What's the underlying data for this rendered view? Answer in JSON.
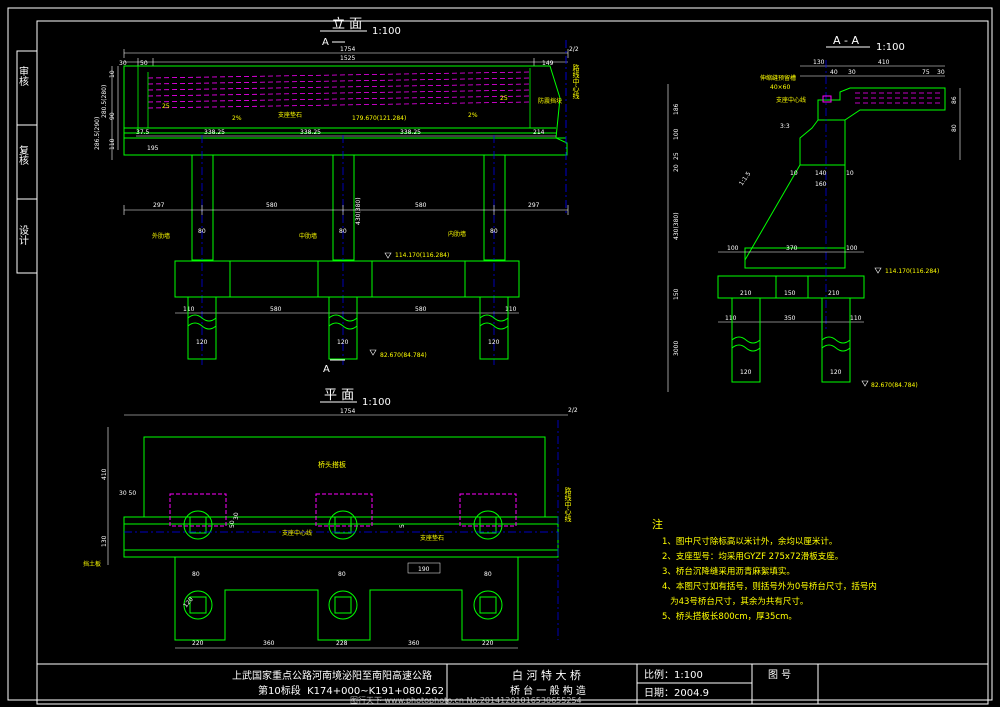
{
  "colors": {
    "background": "#000000",
    "frame": "#ffffff",
    "structure": "#00ff00",
    "dimension": "#ffffff",
    "text": "#ffff00",
    "centerline": "#0000ff",
    "pavement": "#ff00ff",
    "bearing": "#ff00ff"
  },
  "side_labels": [
    "审核",
    "复核",
    "设计"
  ],
  "elevation": {
    "title": "立 面",
    "scale": "1:100",
    "section_marker": "A",
    "top_dims": [
      "1754",
      "1525"
    ],
    "ratio": "2/2",
    "left_small_dims": [
      "30",
      "50"
    ],
    "right_small_dim": "149",
    "vertical_dims": [
      "10",
      "20",
      "30",
      "90",
      "110",
      "286.5(290)",
      "280.5(280)"
    ],
    "deck_elevation": "179.670(121.284)",
    "pier_dims": [
      "37.5",
      "195",
      "338.25",
      "338.25",
      "338.25",
      "214"
    ],
    "slope": "2%",
    "labels": {
      "bearing_stone": "支座垫石",
      "anti_slip_block": "防震挡块",
      "centerline": "路线中心线",
      "outer_wall": "外肋墙",
      "middle_wall": "中肋墙",
      "inner_wall": "内肋墙"
    },
    "span_dims": [
      "297",
      "580",
      "580",
      "297"
    ],
    "column_dims": [
      "80",
      "80",
      "80"
    ],
    "column_height": "430(380)",
    "footing_elevation": "114.170(116.284)",
    "pile_dims": [
      "110",
      "580",
      "580",
      "110"
    ],
    "pile_widths": [
      "120",
      "120",
      "120"
    ],
    "bottom_elevation": "82.670(84.784)"
  },
  "section": {
    "title": "A - A",
    "scale": "1:100",
    "top_dims": [
      "130",
      "410"
    ],
    "sub_dims": [
      "40",
      "30",
      "75",
      "30"
    ],
    "labels": {
      "expansion_joint": "伸缩缝预留槽",
      "joint_size": "40×60",
      "bearing_center": "支座中心线"
    },
    "left_dims": [
      "186",
      "100",
      "25",
      "20",
      "430(380)",
      "150",
      "3000"
    ],
    "right_dims": [
      "86",
      "80"
    ],
    "slope_ratio": "1:1.5",
    "batter": "3:3",
    "cap_dims": [
      "10",
      "140",
      "160",
      "10"
    ],
    "base_dims": [
      "100",
      "370",
      "100"
    ],
    "footing_elevation": "114.170(116.284)",
    "footing_dims": [
      "210",
      "150",
      "210"
    ],
    "pile_dims": [
      "110",
      "350",
      "110"
    ],
    "pile_widths": [
      "120",
      "120"
    ],
    "bottom_elevation": "82.670(84.784)"
  },
  "plan": {
    "title": "平 面",
    "scale": "1:100",
    "top_dim": "1754",
    "ratio": "2/2",
    "approach_slab": "桥头搭板",
    "bearing_centerline": "支座中心线",
    "bearing_stone": "支座垫石",
    "retaining_plate": "挡土板",
    "route_centerline": "路线中心线",
    "left_dims": [
      "410",
      "30 50",
      "130"
    ],
    "inner_dims": [
      "30",
      "50",
      "5",
      "190"
    ],
    "small_dims": [
      "80",
      "80",
      "80",
      "120"
    ],
    "bottom_dims": [
      "220",
      "360",
      "228",
      "360",
      "220"
    ]
  },
  "notes": {
    "heading": "注",
    "items": [
      "1、图中尺寸除标高以米计外，余均以厘米计。",
      "2、支座型号：均采用GYZF 275x72滑板支座。",
      "3、桥台沉降缝采用沥青麻絮填实。",
      "4、本图尺寸如有括号，则括号外为0号桥台尺寸，括号内",
      "   为43号桥台尺寸，其余为共有尺寸。",
      "5、桥头搭板长800cm，厚35cm。"
    ]
  },
  "title_block": {
    "project_line1": "上武国家重点公路河南境泌阳至南阳高速公路",
    "project_line2": "第10标段  K174+000~K191+080.262",
    "bridge_name": "白 河 特 大 桥",
    "drawing_name": "桥 台 一 般 构 造",
    "scale_label": "比例：1:100",
    "drawing_no_label": "图 号",
    "date_label": "日期：2004.9"
  },
  "watermark": "图行天下 www.photophoto.cn  No.20141201016530655254"
}
